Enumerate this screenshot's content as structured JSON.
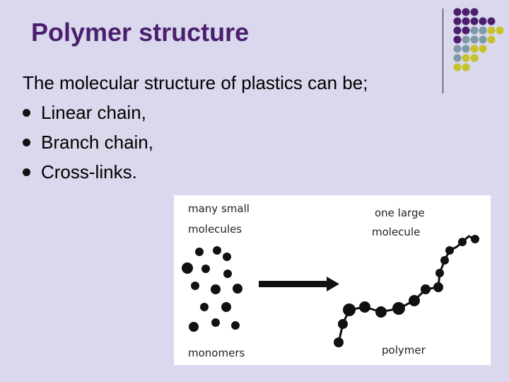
{
  "slide": {
    "title": "Polymer structure",
    "intro": "The molecular structure of plastics can be;",
    "bullets": [
      "Linear chain,",
      "Branch chain,",
      "Cross-links."
    ]
  },
  "diagram": {
    "label_left_line1": "many small",
    "label_left_line2": "molecules",
    "label_right_line1": "one large",
    "label_right_line2": "molecule",
    "label_bottom_left": "monomers",
    "label_bottom_right": "polymer",
    "arrow_icon": "right-arrow-icon"
  },
  "colors": {
    "background": "#d9d8ec",
    "title": "#4b1f6e",
    "dot_purple": "#4b1f6e",
    "dot_gray": "#7e9aa6",
    "dot_yellow": "#c8c22a"
  }
}
